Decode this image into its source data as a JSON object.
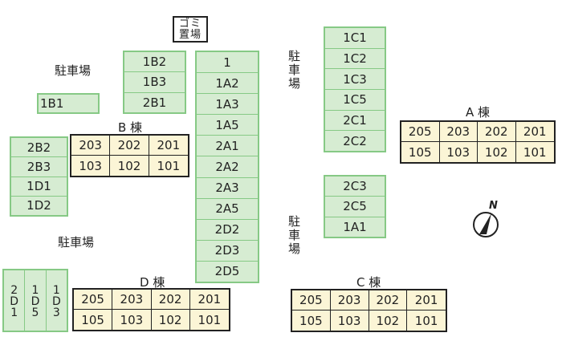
{
  "garbage": "ゴミ置場",
  "parking_label": "駐車場",
  "compass": "N",
  "lot_1b1": [
    "1B1"
  ],
  "lot_1b2": [
    "1B2",
    "1B3",
    "2B1"
  ],
  "lot_center": [
    "1",
    "1A2",
    "1A3",
    "1A5",
    "2A1",
    "2A2",
    "2A3",
    "2A5",
    "2D2",
    "2D3",
    "2D5"
  ],
  "lot_left": [
    "2B2",
    "2B3",
    "1D1",
    "1D2"
  ],
  "lot_bottom_left": [
    "2D1",
    "1D5",
    "1D3"
  ],
  "lot_c_top": [
    "1C1",
    "1C2",
    "1C3",
    "1C5",
    "2C1",
    "2C2"
  ],
  "lot_c_mid": [
    "2C3",
    "2C5",
    "1A1"
  ],
  "buildings": {
    "A": {
      "label": "A 棟",
      "rooms": [
        "205",
        "203",
        "202",
        "201",
        "105",
        "103",
        "102",
        "101"
      ]
    },
    "B": {
      "label": "B 棟",
      "rooms": [
        "203",
        "202",
        "201",
        "103",
        "102",
        "101"
      ]
    },
    "C": {
      "label": "C 棟",
      "rooms": [
        "205",
        "203",
        "202",
        "201",
        "105",
        "103",
        "102",
        "101"
      ]
    },
    "D": {
      "label": "D 棟",
      "rooms": [
        "205",
        "203",
        "202",
        "201",
        "105",
        "103",
        "102",
        "101"
      ]
    }
  }
}
